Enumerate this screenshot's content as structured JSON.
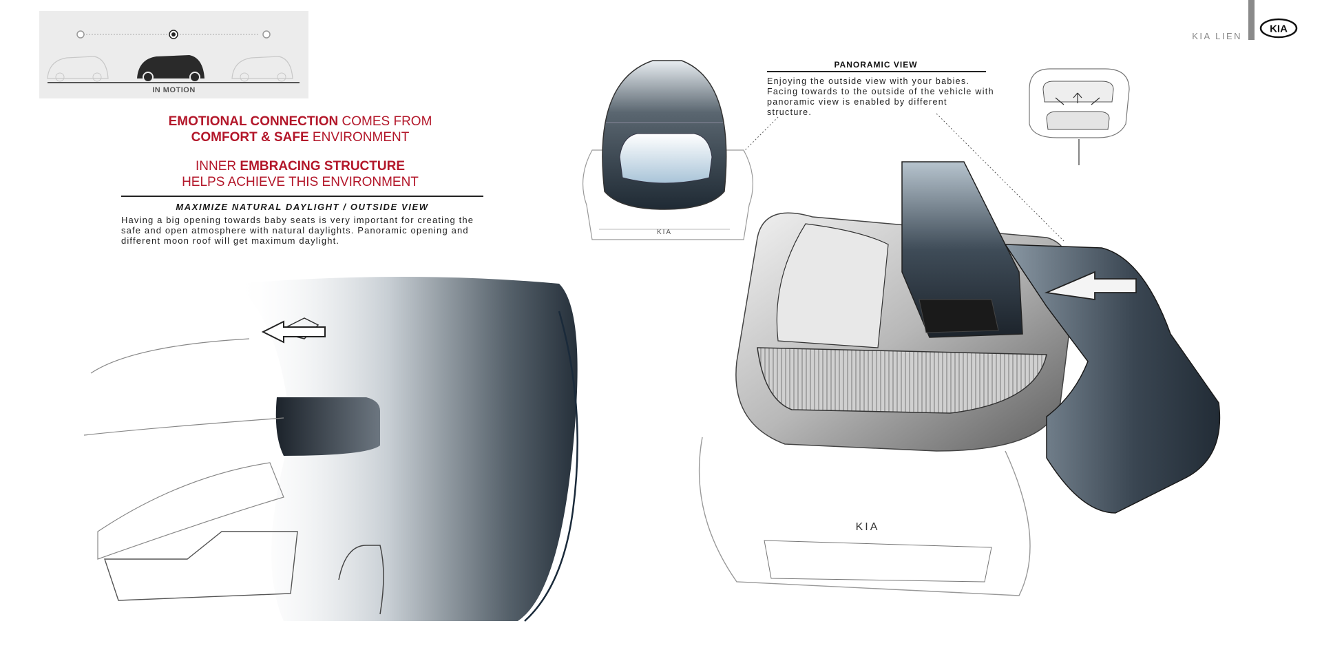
{
  "motion_indicator": {
    "label": "IN MOTION",
    "steps": 3,
    "active_step": 2
  },
  "headline": {
    "line1_bold": "EMOTIONAL CONNECTION",
    "line1_rest": " COMES FROM",
    "line2_bold": "COMFORT & SAFE",
    "line2_rest": " ENVIRONMENT",
    "line3_pre": "INNER ",
    "line3_bold": "EMBRACING STRUCTURE",
    "line4": "HELPS ACHIEVE THIS ENVIRONMENT"
  },
  "daylight": {
    "heading": "MAXIMIZE NATURAL DAYLIGHT / OUTSIDE VIEW",
    "body": "Having a big opening towards baby seats is very important for creating the safe and open atmosphere with natural daylights. Panoramic opening and different moon roof will get maximum daylight."
  },
  "panoramic": {
    "heading": "PANORAMIC VIEW",
    "body": "Enjoying the outside view with your babies. Facing towards to the outside of the vehicle with panoramic view is enabled by different structure."
  },
  "brand": {
    "name": "KIA LIEN",
    "logo_text": "KIA"
  },
  "sketches": {
    "rear_logo": "KIA",
    "front_logo": "KIA"
  },
  "colors": {
    "accent_red": "#b3172a",
    "dark_glass": "#2e3a46",
    "panel_grey": "#ececec"
  }
}
